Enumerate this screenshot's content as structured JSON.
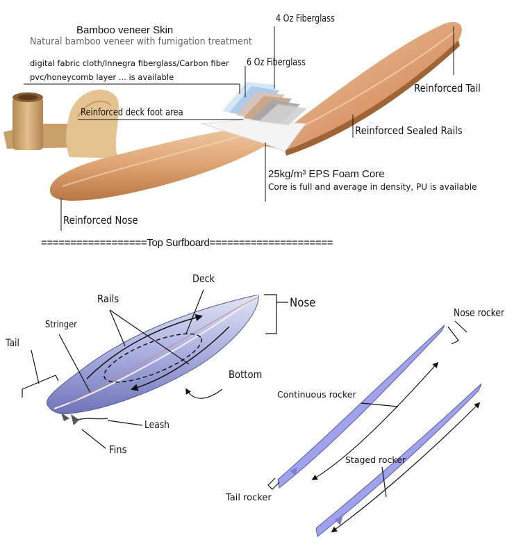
{
  "top": {
    "skin_title": "Bamboo veneer Skin",
    "skin_subtitle": "Natural bamboo veneer with fumigation treatment",
    "layer_line1": "digital fabric cloth/Innegra fiberglass/Carbon fiber",
    "layer_line2": "pvc/honeycomb layer ... is available",
    "fiberglass_4oz": "4 Oz Fiberglass",
    "fiberglass_6oz": "6 Oz Fiberglass",
    "reinforced_tail": "Reinforced Tail",
    "reinforced_deck": "Reinforced deck foot area",
    "reinforced_rails": "Reinforced Sealed Rails",
    "foam_core": "25kg/m³ EPS Foam Core",
    "foam_core_note": "Core is full and average in density, PU is available",
    "reinforced_nose": "Reinforced Nose"
  },
  "divider": "==================Top Surfboard=====================",
  "anatomy": {
    "deck": "Deck",
    "nose": "Nose",
    "rails": "Rails",
    "stringer": "Stringer",
    "tail": "Tail",
    "bottom": "Bottom",
    "leash": "Leash",
    "fins": "Fins"
  },
  "rocker": {
    "nose_rocker": "Nose rocker",
    "continuous_rocker": "Continuous rocker",
    "staged_rocker": "Staged rocker",
    "tail_rocker": "Tail rocker"
  },
  "colors": {
    "wood_light": "#e8b990",
    "wood_dark": "#c98a5a",
    "board_blue": "#8e95d8",
    "rocker_blue": "#9fa3ee"
  }
}
